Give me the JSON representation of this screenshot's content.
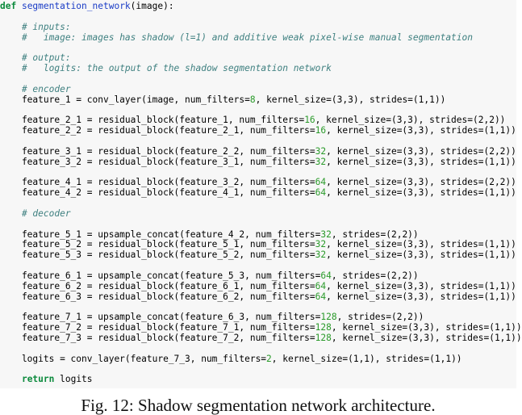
{
  "code": {
    "lines": [
      [
        [
          "kw",
          "def "
        ],
        [
          "fn",
          "segmentation_network"
        ],
        [
          "t",
          "(image):"
        ]
      ],
      [],
      [
        [
          "t",
          "    "
        ],
        [
          "cm",
          "# inputs:"
        ]
      ],
      [
        [
          "t",
          "    "
        ],
        [
          "cm",
          "#   image: images has shadow (l=1) and additive weak pixel-wise manual segmentation"
        ]
      ],
      [],
      [
        [
          "t",
          "    "
        ],
        [
          "cm",
          "# output:"
        ]
      ],
      [
        [
          "t",
          "    "
        ],
        [
          "cm",
          "#   logits: the output of the shadow segmentation network"
        ]
      ],
      [],
      [
        [
          "t",
          "    "
        ],
        [
          "cm",
          "# encoder"
        ]
      ],
      [
        [
          "t",
          "    feature_1 = conv_layer(image, num_filters="
        ],
        [
          "nm",
          "8"
        ],
        [
          "t",
          ", kernel_size=(3,3), strides=(1,1))"
        ]
      ],
      [],
      [
        [
          "t",
          "    feature_2_1 = residual_block(feature_1, num_filters="
        ],
        [
          "nm",
          "16"
        ],
        [
          "t",
          ", kernel_size=(3,3), strides=(2,2))"
        ]
      ],
      [
        [
          "t",
          "    feature_2_2 = residual_block(feature_2_1, num_filters="
        ],
        [
          "nm",
          "16"
        ],
        [
          "t",
          ", kernel_size=(3,3), strides=(1,1))"
        ]
      ],
      [],
      [
        [
          "t",
          "    feature_3_1 = residual_block(feature_2_2, num_filters="
        ],
        [
          "nm",
          "32"
        ],
        [
          "t",
          ", kernel_size=(3,3), strides=(2,2))"
        ]
      ],
      [
        [
          "t",
          "    feature_3_2 = residual_block(feature_3_1, num_filters="
        ],
        [
          "nm",
          "32"
        ],
        [
          "t",
          ", kernel_size=(3,3), strides=(1,1))"
        ]
      ],
      [],
      [
        [
          "t",
          "    feature_4_1 = residual_block(feature_3_2, num_filters="
        ],
        [
          "nm",
          "64"
        ],
        [
          "t",
          ", kernel_size=(3,3), strides=(2,2))"
        ]
      ],
      [
        [
          "t",
          "    feature_4_2 = residual_block(feature_4_1, num_filters="
        ],
        [
          "nm",
          "64"
        ],
        [
          "t",
          ", kernel_size=(3,3), strides=(1,1))"
        ]
      ],
      [],
      [
        [
          "t",
          "    "
        ],
        [
          "cm",
          "# decoder"
        ]
      ],
      [],
      [
        [
          "t",
          "    feature_5_1 = upsample_concat(feature_4_2, num_filters="
        ],
        [
          "nm",
          "32"
        ],
        [
          "t",
          ", strides=(2,2))"
        ]
      ],
      [
        [
          "t",
          "    feature_5_2 = residual_block(feature_5_1, num_filters="
        ],
        [
          "nm",
          "32"
        ],
        [
          "t",
          ", kernel_size=(3,3), strides=(1,1))"
        ]
      ],
      [
        [
          "t",
          "    feature_5_3 = residual_block(feature_5_2, num_filters="
        ],
        [
          "nm",
          "32"
        ],
        [
          "t",
          ", kernel_size=(3,3), strides=(1,1))"
        ]
      ],
      [],
      [
        [
          "t",
          "    feature_6_1 = upsample_concat(feature_5_3, num_filters="
        ],
        [
          "nm",
          "64"
        ],
        [
          "t",
          ", strides=(2,2))"
        ]
      ],
      [
        [
          "t",
          "    feature_6_2 = residual_block(feature_6_1, num_filters="
        ],
        [
          "nm",
          "64"
        ],
        [
          "t",
          ", kernel_size=(3,3), strides=(1,1))"
        ]
      ],
      [
        [
          "t",
          "    feature_6_3 = residual_block(feature_6_2, num_filters="
        ],
        [
          "nm",
          "64"
        ],
        [
          "t",
          ", kernel_size=(3,3), strides=(1,1))"
        ]
      ],
      [],
      [
        [
          "t",
          "    feature_7_1 = upsample_concat(feature_6_3, num_filters="
        ],
        [
          "nm",
          "128"
        ],
        [
          "t",
          ", strides=(2,2))"
        ]
      ],
      [
        [
          "t",
          "    feature_7_2 = residual_block(feature_7_1, num_filters="
        ],
        [
          "nm",
          "128"
        ],
        [
          "t",
          ", kernel_size=(3,3), strides=(1,1))"
        ]
      ],
      [
        [
          "t",
          "    feature_7_3 = residual_block(feature_7_2, num_filters="
        ],
        [
          "nm",
          "128"
        ],
        [
          "t",
          ", kernel_size=(3,3), strides=(1,1))"
        ]
      ],
      [],
      [
        [
          "t",
          "    logits = conv_layer(feature_7_3, num_filters="
        ],
        [
          "nm",
          "2"
        ],
        [
          "t",
          ", kernel_size=(1,1), strides=(1,1))"
        ]
      ],
      [],
      [
        [
          "t",
          "    "
        ],
        [
          "kw",
          "return"
        ],
        [
          "t",
          " logits"
        ]
      ]
    ]
  },
  "caption": "Fig. 12: Shadow segmentation network architecture."
}
